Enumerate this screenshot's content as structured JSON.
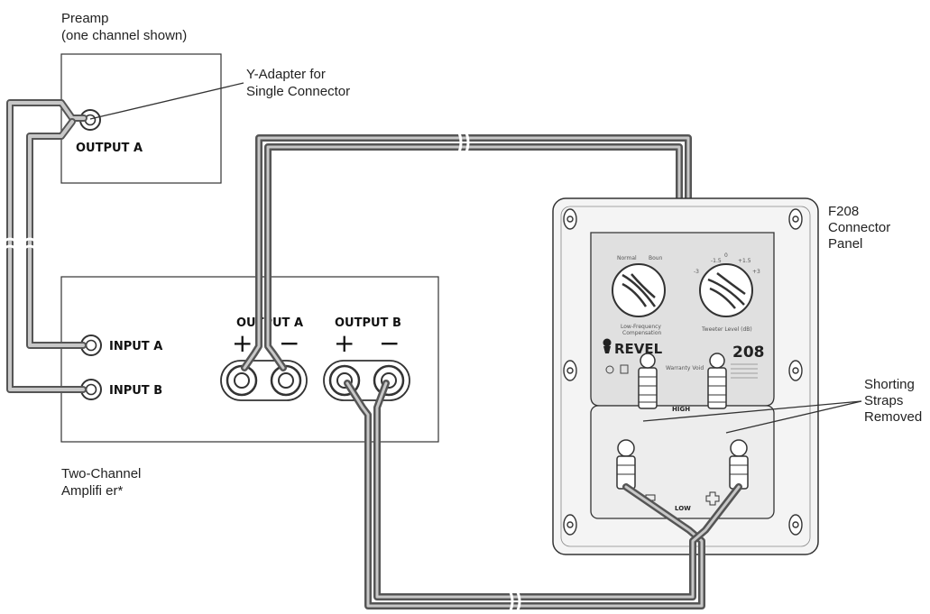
{
  "labels": {
    "preamp_line1": "Preamp",
    "preamp_line2": "(one channel shown)",
    "yadapter_line1": "Y-Adapter for",
    "yadapter_line2": "Single Connector",
    "output_a_preamp": "OUTPUT A",
    "input_a": "INPUT A",
    "input_b": "INPUT B",
    "amp_output_a": "OUTPUT A",
    "amp_output_b": "OUTPUT B",
    "plus": "+",
    "minus": "−",
    "amp_line1": "Two-Channel",
    "amp_line2": "Amplifi er*",
    "panel_line1": "F208",
    "panel_line2": "Connector",
    "panel_line3": "Panel",
    "straps_line1": "Shorting",
    "straps_line2": "Straps",
    "straps_line3": "Removed",
    "high": "HIGH",
    "low": "LOW",
    "normal": "Normal",
    "boundary": "Boun",
    "lf_comp_1": "Low-Frequency",
    "lf_comp_2": "Compensation",
    "tweeter_level": "Tweeter Level (dB)",
    "brand": "REVEL",
    "model": "208",
    "warranty": "Warranty Void",
    "knob_scale": [
      "-1.5",
      "0",
      "+1.5",
      "-3",
      "+3"
    ]
  },
  "colors": {
    "cable_outer": "#555555",
    "cable_inner": "#c8c8c8",
    "line": "#333333",
    "panel_fill": "#f2f2f2",
    "plate_fill": "#dedede"
  }
}
